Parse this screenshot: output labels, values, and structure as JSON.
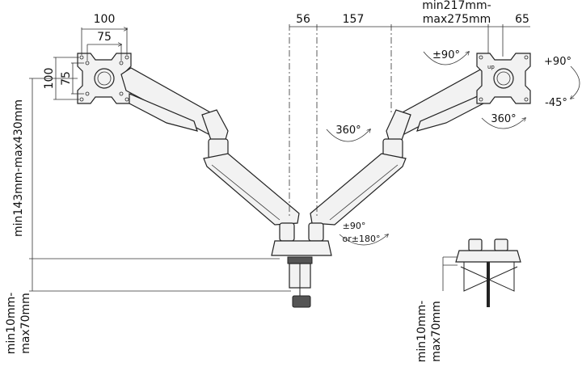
{
  "vesa_left": {
    "width_outer": "100",
    "width_inner": "75",
    "height_outer": "100",
    "height_inner": "75"
  },
  "top_dims": {
    "offset_a": "56",
    "offset_b": "157",
    "extension_line1": "min217mm-",
    "extension_line2": "max275mm",
    "plate_offset": "65"
  },
  "angles": {
    "pan": "±90°",
    "tilt_up": "+90°",
    "tilt_down": "-45°",
    "rotate_plate": "360°",
    "rotate_arm": "360°",
    "base_line1": "±90°",
    "base_line2": "or±180°"
  },
  "height_range": "min143mm-max430mm",
  "desk_left": {
    "line1": "min10mm-",
    "line2": "max70mm"
  },
  "desk_right": {
    "line1": "min10mm-",
    "line2": "max70mm"
  },
  "plate_label": "up"
}
